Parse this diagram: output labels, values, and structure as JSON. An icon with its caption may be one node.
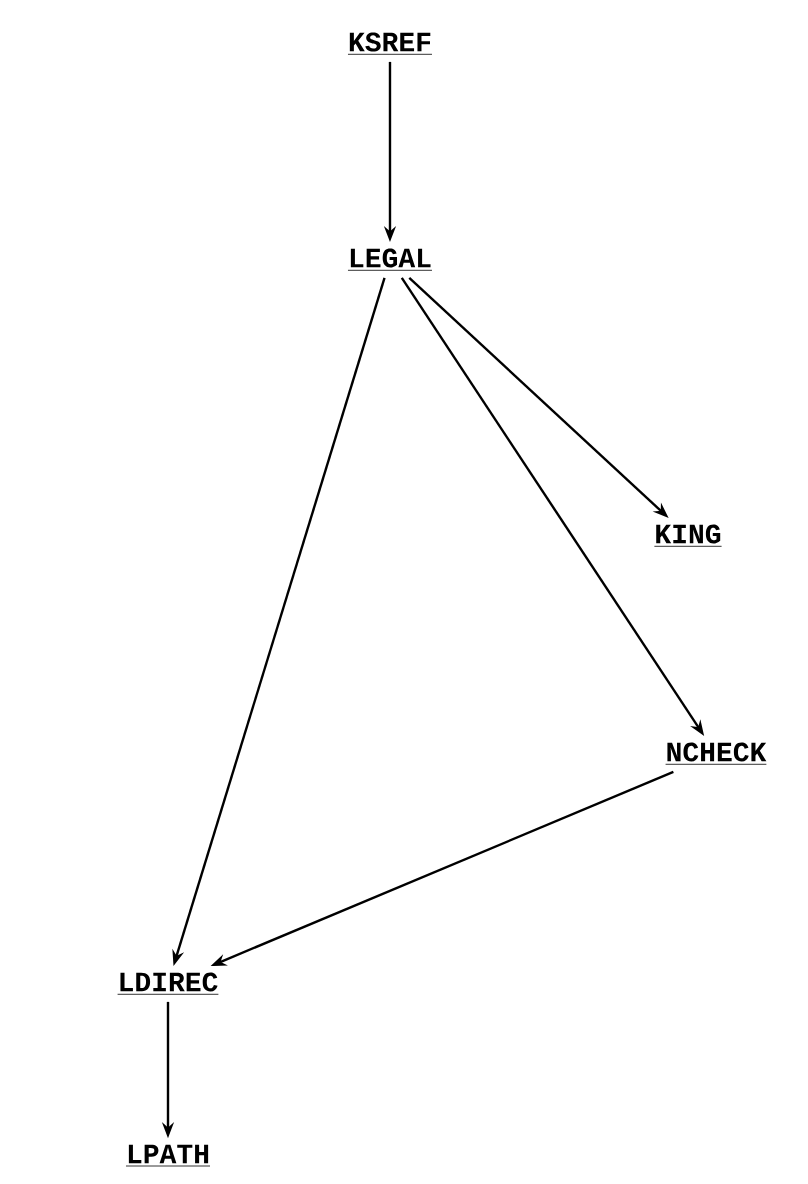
{
  "diagram": {
    "nodes": [
      {
        "text": [
          "KSREF"
        ]
      },
      {
        "text": [
          "LEGAL"
        ]
      },
      {
        "text": [
          "KING"
        ]
      },
      {
        "text": [
          "NCHECK"
        ]
      },
      {
        "text": [
          "LDIREC"
        ]
      },
      {
        "text": [
          "LPATH"
        ]
      }
    ],
    "edges": [
      {
        "from": 0,
        "to": 1,
        "arrow": "to"
      },
      {
        "from": 1,
        "to": 2,
        "arrow": "to"
      },
      {
        "from": 1,
        "to": 3,
        "arrow": "to"
      },
      {
        "from": 1,
        "to": 4,
        "arrow": "to"
      },
      {
        "from": 3,
        "to": 4,
        "arrow": "to"
      },
      {
        "from": 4,
        "to": 5,
        "arrow": "to"
      }
    ]
  }
}
